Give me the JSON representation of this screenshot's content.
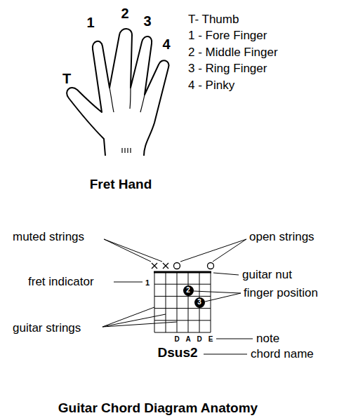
{
  "diagram": {
    "caption": "Guitar Chord Diagram Anatomy",
    "nodes": [
      {
        "text": [
          "2"
        ]
      },
      {
        "text": [
          "3"
        ]
      }
    ],
    "labels": [
      "T",
      "1",
      "2",
      "3",
      "4",
      "T- Thumb",
      "1 - Fore Finger",
      "2 - Middle Finger",
      "3 - Ring Finger",
      "4 - Pinky",
      "Fret Hand",
      "muted strings",
      "open strings",
      "fret indicator",
      "1",
      "guitar nut",
      "finger position",
      "guitar strings",
      "D",
      "A",
      "D",
      "E",
      "note",
      "Dsus2",
      "chord name"
    ]
  }
}
